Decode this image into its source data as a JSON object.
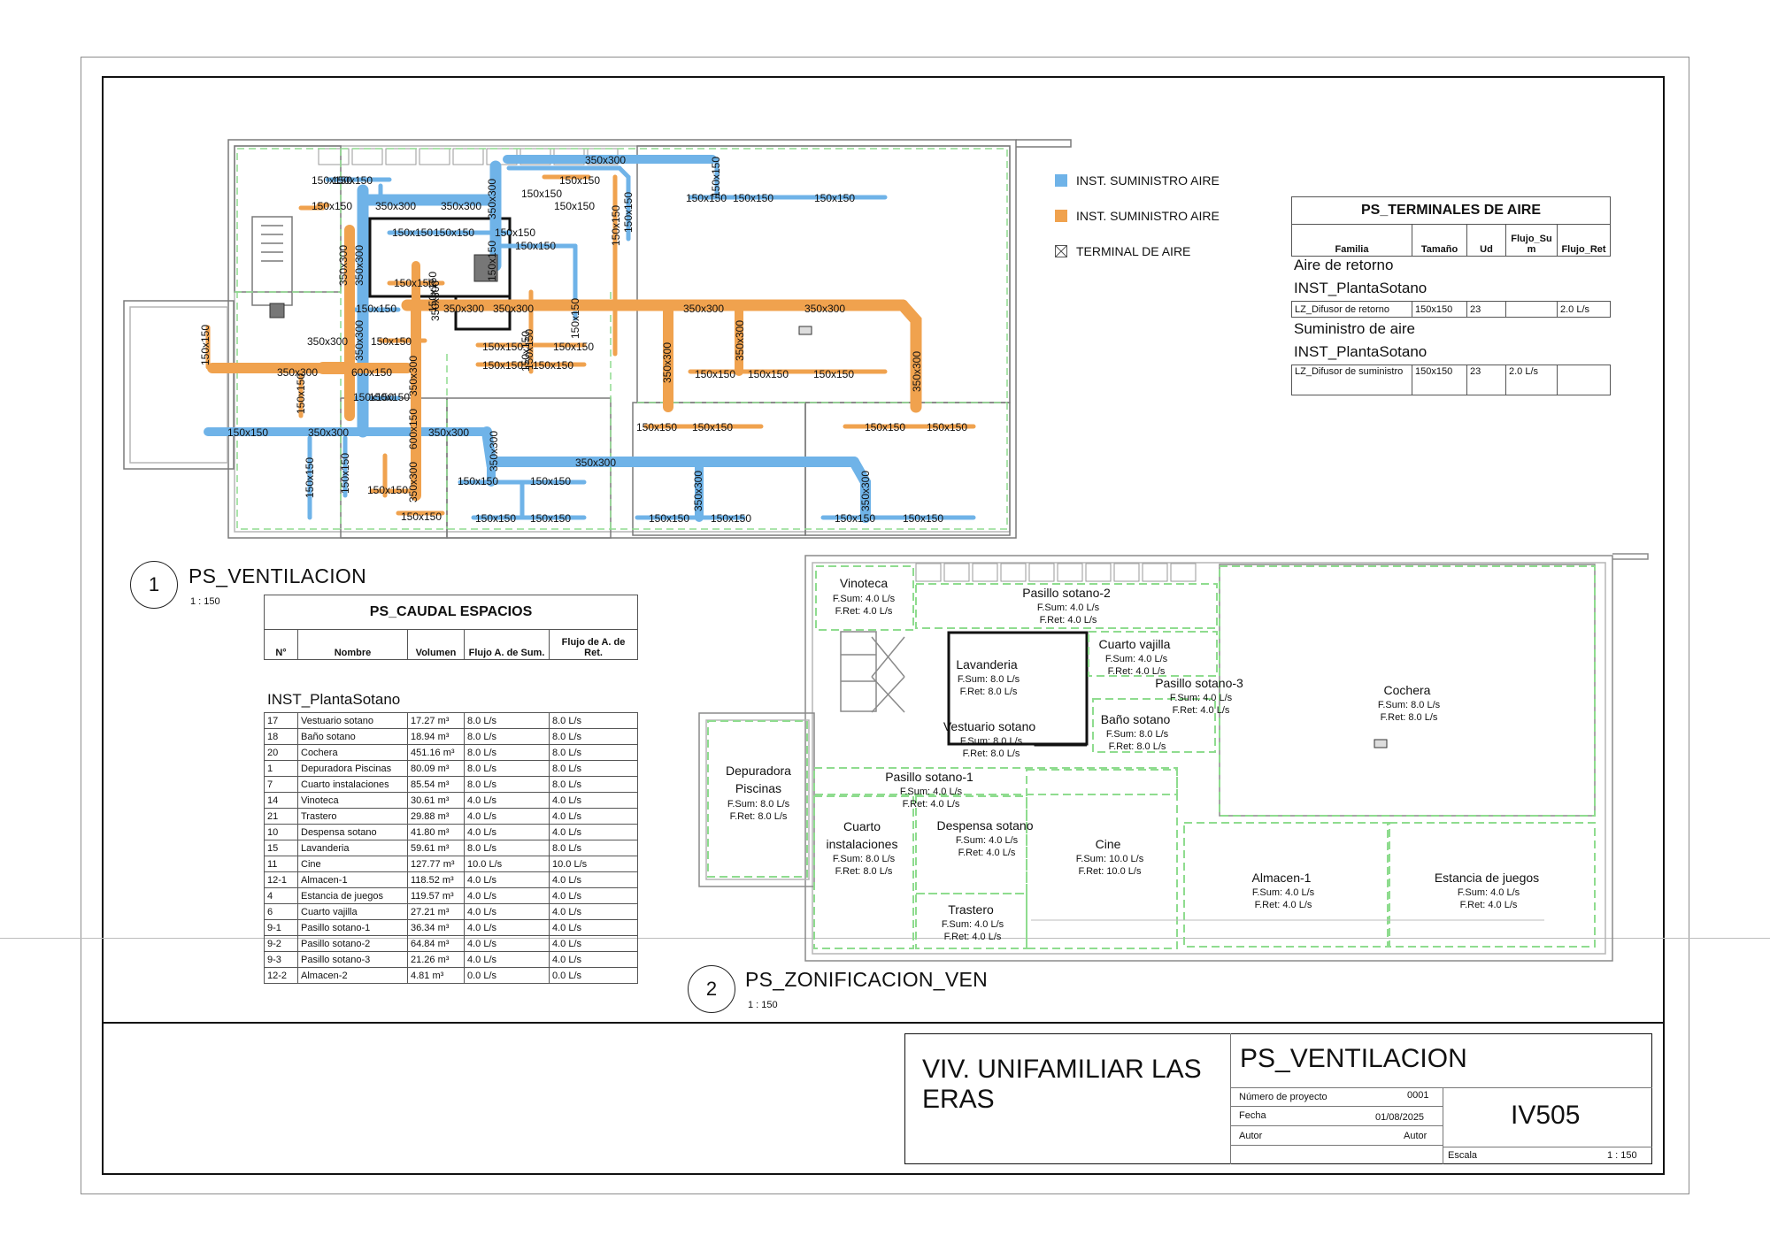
{
  "legend": [
    {
      "label": "INST. SUMINISTRO AIRE",
      "color": "#6fb3e8",
      "icon": "blue-swatch"
    },
    {
      "label": "INST. SUMINISTRO AIRE",
      "color": "#f0a24e",
      "icon": "orange-swatch"
    },
    {
      "label": "TERMINAL DE AIRE",
      "color": "#ffffff",
      "icon": "terminal-box-icon"
    }
  ],
  "colors": {
    "supply_blue": "#6fb3e8",
    "supply_orange": "#f0a24e",
    "room_green": "#8fdc8f"
  },
  "views": [
    {
      "number": "1",
      "title": "PS_VENTILACION",
      "scale": "1 : 150"
    },
    {
      "number": "2",
      "title": "PS_ZONIFICACION_VEN",
      "scale": "1 : 150"
    }
  ],
  "duct_labels": [
    {
      "t": "350x300"
    },
    {
      "t": "150x150"
    },
    {
      "t": "150x150"
    },
    {
      "t": "150x150"
    },
    {
      "t": "150x150"
    },
    {
      "t": "150x150"
    },
    {
      "t": "150x150"
    },
    {
      "t": "350x300"
    },
    {
      "t": "350x300"
    },
    {
      "t": "150x150"
    },
    {
      "t": "150x150"
    },
    {
      "t": "150x150"
    },
    {
      "t": "150x150"
    },
    {
      "t": "150x150"
    },
    {
      "t": "150x150"
    },
    {
      "t": "350x300"
    },
    {
      "t": "350x300"
    },
    {
      "t": "350x300"
    },
    {
      "t": "350x300"
    },
    {
      "t": "350x300"
    },
    {
      "t": "350x300"
    },
    {
      "t": "600x150"
    },
    {
      "t": "150x150"
    },
    {
      "t": "150x150"
    },
    {
      "t": "150x150"
    },
    {
      "t": "150x150"
    },
    {
      "t": "150x150"
    },
    {
      "t": "150x150"
    },
    {
      "t": "150x150"
    },
    {
      "t": "150x150"
    },
    {
      "t": "150x150"
    },
    {
      "t": "150x150"
    },
    {
      "t": "150x150"
    },
    {
      "t": "350x300"
    },
    {
      "t": "350x300"
    },
    {
      "t": "350x300"
    },
    {
      "t": "150x150"
    },
    {
      "t": "150x150"
    },
    {
      "t": "150x150"
    },
    {
      "t": "150x150"
    },
    {
      "t": "150x150"
    },
    {
      "t": "150x150"
    },
    {
      "t": "150x150"
    },
    {
      "t": "150x150"
    },
    {
      "t": "150x150"
    },
    {
      "t": "150x150"
    },
    {
      "t": "150x150"
    },
    {
      "t": "150x150"
    },
    {
      "t": "150x150"
    },
    {
      "t": "150x150"
    },
    {
      "t": "150x150"
    },
    {
      "t": "150x150"
    },
    {
      "t": "150x150"
    }
  ],
  "duct_labels_vertical": [
    {
      "t": "350x300"
    },
    {
      "t": "350x300"
    },
    {
      "t": "350x300"
    },
    {
      "t": "350x300"
    },
    {
      "t": "150x150"
    },
    {
      "t": "150x150"
    },
    {
      "t": "350x300"
    },
    {
      "t": "600x150"
    },
    {
      "t": "350x300"
    },
    {
      "t": "350x300"
    },
    {
      "t": "150x150"
    },
    {
      "t": "150x150"
    },
    {
      "t": "150x150"
    },
    {
      "t": "150x150"
    },
    {
      "t": "150x150"
    },
    {
      "t": "150x150"
    },
    {
      "t": "350x300"
    },
    {
      "t": "350x300"
    },
    {
      "t": "350x300"
    },
    {
      "t": "350x300"
    },
    {
      "t": "150x150"
    },
    {
      "t": "150x150"
    },
    {
      "t": "150x150"
    },
    {
      "t": "350x300"
    },
    {
      "t": "350x300"
    },
    {
      "t": "150x150"
    }
  ],
  "terminals_schedule": {
    "title": "PS_TERMINALES DE AIRE",
    "headers": [
      "Familia",
      "Tamaño",
      "Ud",
      "Flujo_Sum",
      "Flujo_Ret"
    ],
    "groups": [
      {
        "name": "Aire de retorno",
        "level": "INST_PlantaSotano",
        "rows": [
          [
            "LZ_Difusor de retorno",
            "150x150",
            "23",
            "",
            "2.0 L/s"
          ]
        ]
      },
      {
        "name": "Suministro de aire",
        "level": "INST_PlantaSotano",
        "rows": [
          [
            "LZ_Difusor de suministro",
            "150x150",
            "23",
            "2.0 L/s",
            ""
          ]
        ]
      }
    ]
  },
  "caudal_schedule": {
    "title": "PS_CAUDAL ESPACIOS",
    "headers": [
      "N°",
      "Nombre",
      "Volumen",
      "Flujo A. de Sum.",
      "Flujo de A. de Ret."
    ],
    "level": "INST_PlantaSotano",
    "rows": [
      [
        "17",
        "Vestuario sotano",
        "17.27 m³",
        "8.0 L/s",
        "8.0 L/s"
      ],
      [
        "18",
        "Baño sotano",
        "18.94 m³",
        "8.0 L/s",
        "8.0 L/s"
      ],
      [
        "20",
        "Cochera",
        "451.16 m³",
        "8.0 L/s",
        "8.0 L/s"
      ],
      [
        "1",
        "Depuradora Piscinas",
        "80.09 m³",
        "8.0 L/s",
        "8.0 L/s"
      ],
      [
        "7",
        "Cuarto instalaciones",
        "85.54 m³",
        "8.0 L/s",
        "8.0 L/s"
      ],
      [
        "14",
        "Vinoteca",
        "30.61 m³",
        "4.0 L/s",
        "4.0 L/s"
      ],
      [
        "21",
        "Trastero",
        "29.88 m³",
        "4.0 L/s",
        "4.0 L/s"
      ],
      [
        "10",
        "Despensa sotano",
        "41.80 m³",
        "4.0 L/s",
        "4.0 L/s"
      ],
      [
        "15",
        "Lavanderia",
        "59.61 m³",
        "8.0 L/s",
        "8.0 L/s"
      ],
      [
        "11",
        "Cine",
        "127.77 m³",
        "10.0 L/s",
        "10.0 L/s"
      ],
      [
        "12-1",
        "Almacen-1",
        "118.52 m³",
        "4.0 L/s",
        "4.0 L/s"
      ],
      [
        "4",
        "Estancia de juegos",
        "119.57 m³",
        "4.0 L/s",
        "4.0 L/s"
      ],
      [
        "6",
        "Cuarto vajilla",
        "27.21 m³",
        "4.0 L/s",
        "4.0 L/s"
      ],
      [
        "9-1",
        "Pasillo sotano-1",
        "36.34 m³",
        "4.0 L/s",
        "4.0 L/s"
      ],
      [
        "9-2",
        "Pasillo sotano-2",
        "64.84 m³",
        "4.0 L/s",
        "4.0 L/s"
      ],
      [
        "9-3",
        "Pasillo sotano-3",
        "21.26 m³",
        "4.0 L/s",
        "4.0 L/s"
      ],
      [
        "12-2",
        "Almacen-2",
        "4.81 m³",
        "0.0 L/s",
        "0.0 L/s"
      ]
    ]
  },
  "zones": [
    {
      "name": "Vinoteca",
      "sum": "F.Sum: 4.0 L/s",
      "ret": "F.Ret: 4.0 L/s"
    },
    {
      "name": "Pasillo sotano-2",
      "sum": "F.Sum: 4.0 L/s",
      "ret": "F.Ret: 4.0 L/s"
    },
    {
      "name": "Lavanderia",
      "sum": "F.Sum: 8.0 L/s",
      "ret": "F.Ret: 8.0 L/s"
    },
    {
      "name": "Cuarto vajilla",
      "sum": "F.Sum: 4.0 L/s",
      "ret": "F.Ret: 4.0 L/s"
    },
    {
      "name": "Pasillo sotano-3",
      "sum": "F.Sum: 4.0 L/s",
      "ret": "F.Ret: 4.0 L/s"
    },
    {
      "name": "Cochera",
      "sum": "F.Sum: 8.0 L/s",
      "ret": "F.Ret: 8.0 L/s"
    },
    {
      "name": "Baño sotano",
      "sum": "F.Sum: 8.0 L/s",
      "ret": "F.Ret: 8.0 L/s"
    },
    {
      "name": "Vestuario sotano",
      "sum": "F.Sum: 8.0 L/s",
      "ret": "F.Ret: 8.0 L/s"
    },
    {
      "name": "Depuradora",
      "name2": "Piscinas",
      "sum": "F.Sum: 8.0 L/s",
      "ret": "F.Ret: 8.0 L/s"
    },
    {
      "name": "Pasillo sotano-1",
      "sum": "F.Sum: 4.0 L/s",
      "ret": "F.Ret: 4.0 L/s"
    },
    {
      "name": "Cuarto",
      "name2": "instalaciones",
      "sum": "F.Sum: 8.0 L/s",
      "ret": "F.Ret: 8.0 L/s"
    },
    {
      "name": "Despensa sotano",
      "sum": "F.Sum: 4.0 L/s",
      "ret": "F.Ret: 4.0 L/s"
    },
    {
      "name": "Cine",
      "sum": "F.Sum: 10.0 L/s",
      "ret": "F.Ret: 10.0 L/s"
    },
    {
      "name": "Almacen-1",
      "sum": "F.Sum: 4.0 L/s",
      "ret": "F.Ret: 4.0 L/s"
    },
    {
      "name": "Estancia de juegos",
      "sum": "F.Sum: 4.0 L/s",
      "ret": "F.Ret: 4.0 L/s"
    },
    {
      "name": "Trastero",
      "sum": "F.Sum: 4.0 L/s",
      "ret": "F.Ret: 4.0 L/s"
    }
  ],
  "title_block": {
    "project": "VIV. UNIFAMILIAR LAS ERAS",
    "sheet_name": "PS_VENTILACION",
    "fields": [
      {
        "label": "Número de proyecto",
        "value": "0001"
      },
      {
        "label": "Fecha",
        "value": "01/08/2025"
      },
      {
        "label": "Autor",
        "value": "Autor"
      }
    ],
    "sheet_number": "IV505",
    "scale_label": "Escala",
    "scale_value": "1 : 150"
  }
}
